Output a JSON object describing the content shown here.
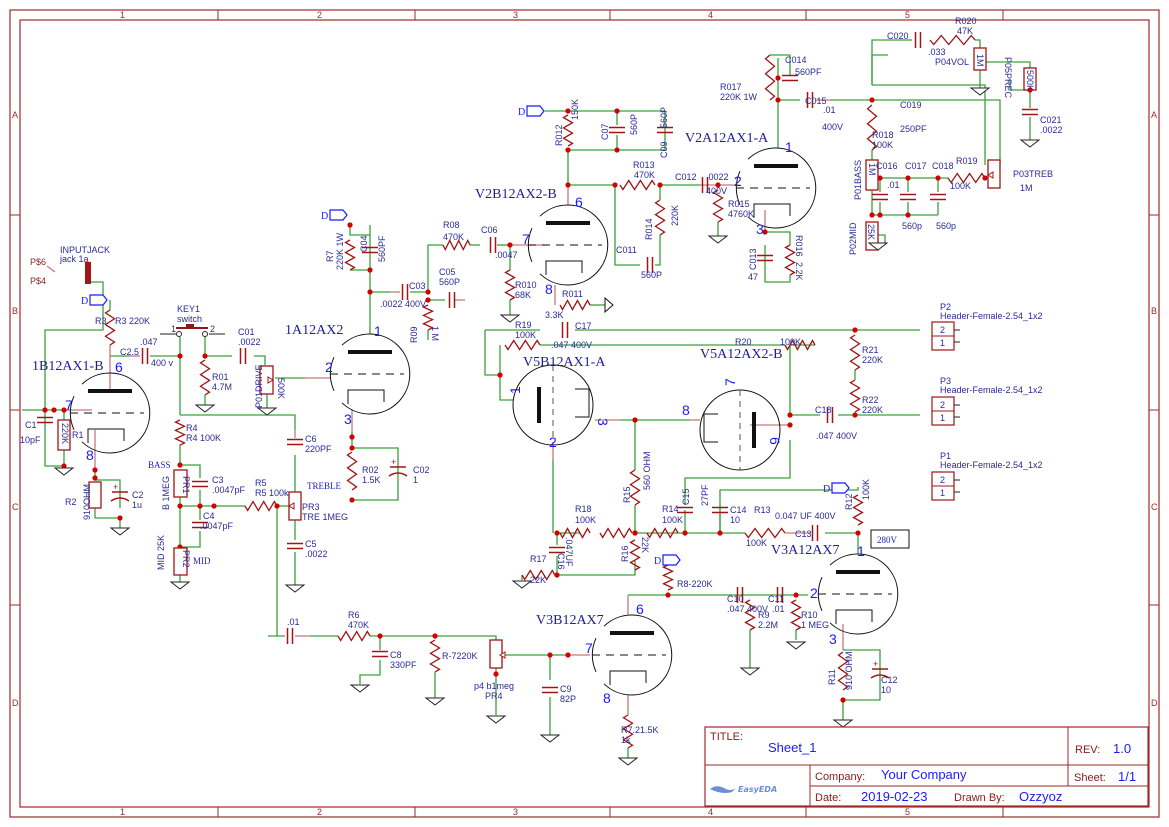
{
  "frame": {
    "columns": [
      "1",
      "2",
      "3",
      "4",
      "5"
    ],
    "rows": [
      "A",
      "B",
      "C",
      "D"
    ]
  },
  "title_block": {
    "title_label": "TITLE:",
    "title": "Sheet_1",
    "rev_label": "REV:",
    "rev": "1.0",
    "company_label": "Company:",
    "company": "Your Company",
    "sheet_label": "Sheet:",
    "sheet": "1/1",
    "date_label": "Date:",
    "date": "2019-02-23",
    "drawn_label": "Drawn By:",
    "drawn_by": "Ozzyoz",
    "logo": "EasyEDA"
  },
  "tubes": {
    "v1b": "1B12AX1-B",
    "v1a": "1A12AX2",
    "v2b": "V2B12AX2-B",
    "v2a": "V2A12AX1-A",
    "v5b": "V5B12AX1-A",
    "v5a": "V5A12AX2-B",
    "v3a": "V3A12AX7",
    "v3b": "V3B12AX7"
  },
  "pins": {
    "v1b_6": "6",
    "v1b_7": "7",
    "v1b_8": "8",
    "v1a_1": "1",
    "v1a_2": "2",
    "v1a_3": "3",
    "v2b_6": "6",
    "v2b_7": "7",
    "v2b_8": "8",
    "v2a_1": "1",
    "v2a_2": "2",
    "v2a_3": "3",
    "v5b_1": "1",
    "v5b_2": "2",
    "v5b_3": "3",
    "v5a_8": "8",
    "v5a_7": "7",
    "v5a_6": "6",
    "v3a_1": "1",
    "v3a_2": "2",
    "v3a_3": "3",
    "v3b_6": "6",
    "v3b_7": "7",
    "v3b_8": "8",
    "key1_1": "1",
    "key1_2": "2"
  },
  "flags": {
    "d": "D"
  },
  "net_labels": {
    "bass": "BASS",
    "treble": "TREBLE",
    "mid": "MID",
    "v280": "280V"
  },
  "connectors": {
    "jack_ref": "INPUTJACK",
    "jack_val": "jack 1a",
    "jack_p6": "P$6",
    "jack_p4": "P$4",
    "p1": "P1",
    "p2": "P2",
    "p3": "P3",
    "header": "Header-Female-2.54_1x2",
    "pin2": "2",
    "pin1": "1"
  },
  "labels": {
    "C020": "C020",
    "C020v": ".033",
    "R020": "R020",
    "R020v": "47K",
    "P04VOL": "P04VOL",
    "P04VOLv": "1M",
    "P05PREC": "P05PREC",
    "P05PRECv": "500K",
    "C021": "C021",
    "C021v": ".0022",
    "C019": "C019",
    "C019v": "250PF",
    "R018": "R018",
    "R018v": "100K",
    "P01BASS": "P01BASS",
    "P01BASSv": "1M",
    "C016": "C016",
    "C016v": ".01",
    "C017": "C017",
    "C018": "C018",
    "R019": "R019",
    "R019v": "100K",
    "P03TREB": "P03TREB",
    "P03TREBv": "1M",
    "C017v": "560p",
    "C018v": "560p",
    "P02MID": "P02MID",
    "P02MIDv": "25K",
    "C014": "C014",
    "C014v": "560PF",
    "R017": "R017",
    "R017v": "220K 1W",
    "C015": "C015",
    "C015v": ".01",
    "C015v2": "400V",
    "C012": "C012",
    "C012v": ".0022",
    "C012v2": "400V",
    "R015": "R015",
    "R015v": "4760K",
    "C013": "C013",
    "C013v": "47",
    "R016": "R016",
    "R016v": "2.2K",
    "R012": "R012",
    "R012v": "150K",
    "C07": "C07",
    "C07v": "560P",
    "C09": "C09",
    "C09v": "560P",
    "R013": "R013",
    "R013v": "470K",
    "R014": "R014",
    "R014v": "220K",
    "C011": "C011",
    "C011v": "560P",
    "R011": "R011",
    "R011v": "3.3K",
    "R08": "R08",
    "R08v": "470K",
    "C06": "C06",
    "C06v": ".0047",
    "R010": "R010",
    "R010v": "68K",
    "C05": "C05",
    "C05v": "560P",
    "C03": "C03",
    "C03v": ".0022 400V",
    "R09": "R09",
    "R09v": "1 M",
    "R7": "R7",
    "R7v": "220K 1W",
    "C04": "C04",
    "C04v": "560PF",
    "R02": "R02",
    "R02v": "1.5K",
    "C02": "C02",
    "C02v": "1",
    "R3": "R3",
    "R3v": "R3 220K",
    "KEY1": "KEY1",
    "KEY1v": "switch",
    "C25": "C2.5",
    "C25v": ".047",
    "C25v2": "400 v",
    "C01": "C01",
    "C01v": ".0022",
    "R01": "R01",
    "R01v": "4.7M",
    "P01DRIVE": "P01DRIVE",
    "P01DRIVEv": "500K",
    "C1": "C1",
    "C1v": "10pF",
    "R1": "R1",
    "R1v": "220K",
    "R2": "R2",
    "R2v": "910OHM",
    "C2": "C2",
    "C2v": "1u",
    "R4": "R4",
    "R4v": "R4 100K",
    "C6": "C6",
    "C6v": "220PF",
    "PR1": "PR1",
    "PR1v": "B 1MEG",
    "C3": "C3",
    "C3v": ".0047pF",
    "R5": "R5",
    "R5v": "R5 100k",
    "PR3": "PR3",
    "PR3v": "TRE 1MEG",
    "C4": "C4",
    "C4v": ".0047pF",
    "PR2": "PR2",
    "PR2v": "MID 25K",
    "C5": "C5",
    "C5v": ".0022",
    "C7v": ".01",
    "R6": "R6",
    "R6v": "470K",
    "C8": "C8",
    "C8v": "330PF",
    "R72": "R-7220K",
    "PR4v": "p4 b1meg",
    "PR4": "PR4",
    "C9": "C9",
    "C9v": "82P",
    "R721": "R7.21.5K",
    "R721v": "1k",
    "R19": "R19",
    "R19v": "100K",
    "C17": "C17",
    "C17v": ".047 400V",
    "R20": "R20",
    "R20v": "100K",
    "R21": "R21",
    "R21v": "220K",
    "R22": "R22",
    "R22v": "220K",
    "C18": "C18",
    "C18v": ".047 400V",
    "R15": "R15",
    "R15v": "560 OHM",
    "C15": "C15",
    "C15v": "27PF",
    "C14": "C14",
    "C14v": "10",
    "R13": "R13",
    "R13v": "100K",
    "C13": "C13",
    "C13v": "0.047 UF 400V",
    "R12": "R12",
    "R12v": "100K",
    "R18": "R18",
    "R18v": "100K",
    "R14": "R14",
    "R14v": "100K",
    "C16": "C16",
    "C16v": ".047UF",
    "R16": "R16",
    "R16v": "22K",
    "R17": "R17",
    "R17v": "22K",
    "R8": "R8-220K",
    "C10": "C10",
    "C10v": ".047 400V",
    "C11": "C11",
    "C11v": ".01",
    "R9": "R9",
    "R9v": "2.2M",
    "R10": "R10",
    "R10v": "1 MEG",
    "R11": "R11",
    "R11v": "910 OHM",
    "C12": "C12",
    "C12v": "10"
  },
  "colors": {
    "wire": "#3aa23a",
    "component": "#a01515",
    "lead": "#c77a7a",
    "junction": "#d40000",
    "text": "#2a2a9a",
    "pin": "#1a1aff",
    "frame": "#a02828"
  }
}
